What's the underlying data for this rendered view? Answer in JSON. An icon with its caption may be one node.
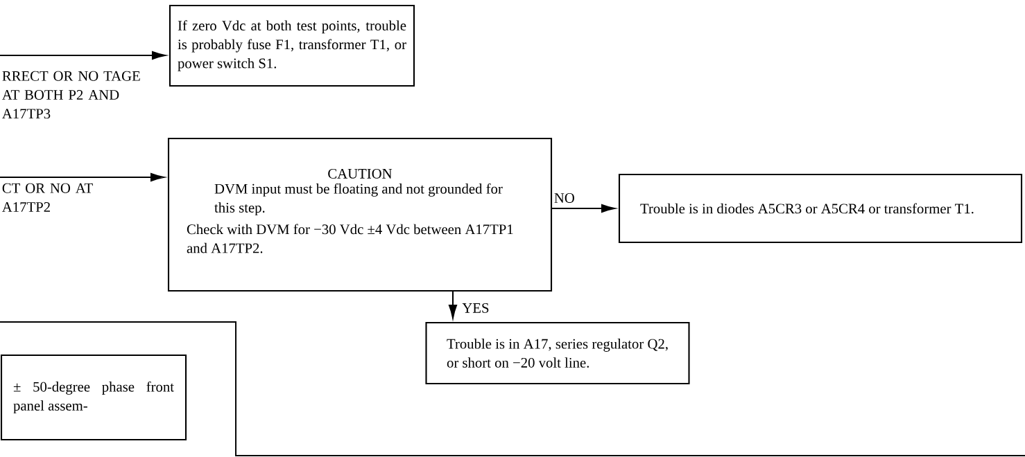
{
  "diagram": {
    "nodes": [
      {
        "text": [
          "If zero Vdc at both test points, trouble is probably fuse F1, transformer T1, or power switch S1."
        ]
      },
      {
        "text": [
          "CAUTION",
          "DVM input must be floating and not grounded for this step.",
          "Check with DVM for −30 Vdc ±4 Vdc between A17TP1 and A17TP2."
        ]
      },
      {
        "text": [
          "Trouble is in diodes A5CR3 or A5CR4 or transformer T1."
        ]
      },
      {
        "text": [
          "Trouble is in A17, series regulator Q2, or short on −20 volt line."
        ]
      },
      {
        "text": [
          "± 50-degree phase front panel assem-"
        ]
      }
    ],
    "edges": [
      {
        "from": null,
        "to": 0,
        "arrow": "to",
        "label": "RRECT OR NO TAGE AT BOTH P2 AND A17TP3"
      },
      {
        "from": null,
        "to": 1,
        "arrow": "to",
        "label": "CT OR NO AT A17TP2"
      },
      {
        "from": 1,
        "to": 2,
        "arrow": "to",
        "label": "NO"
      },
      {
        "from": 1,
        "to": 3,
        "arrow": "to",
        "label": "YES"
      }
    ]
  }
}
